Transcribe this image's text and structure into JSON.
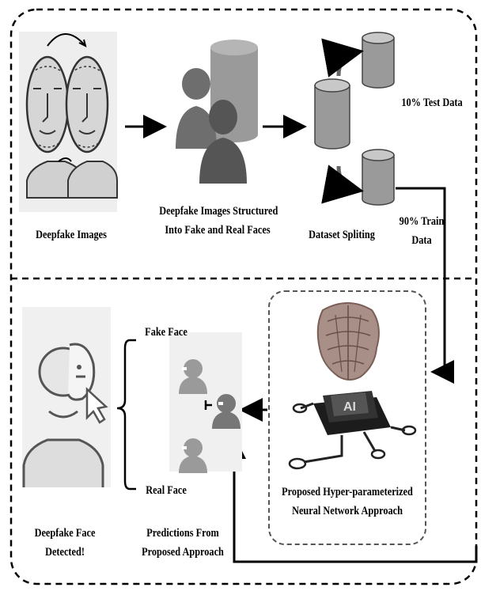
{
  "top_section": {
    "deepfake_images": "Deepfake Images",
    "structured_line1": "Deepfake Images Structured",
    "structured_line2": "Into Fake and Real Faces",
    "dataset_splitting": "Dataset Spliting",
    "test_data": "10% Test Data",
    "train_data_line1": "90% Train",
    "train_data_line2": "Data"
  },
  "bottom_section": {
    "fake_face": "Fake Face",
    "real_face": "Real Face",
    "detected_line1": "Deepfake Face",
    "detected_line2": "Detected!",
    "predictions_line1": "Predictions From",
    "predictions_line2": "Proposed Approach",
    "proposed_line1": "Proposed Hyper-parameterized",
    "proposed_line2": "Neural Network Approach",
    "ai_chip_text": "AI"
  },
  "colors": {
    "dark_gray": "#555555",
    "mid_gray": "#8a8a8a",
    "light_gray": "#bdbdbd",
    "face_fill": "#d6d6d6",
    "accent_warm": "#b09a90"
  }
}
